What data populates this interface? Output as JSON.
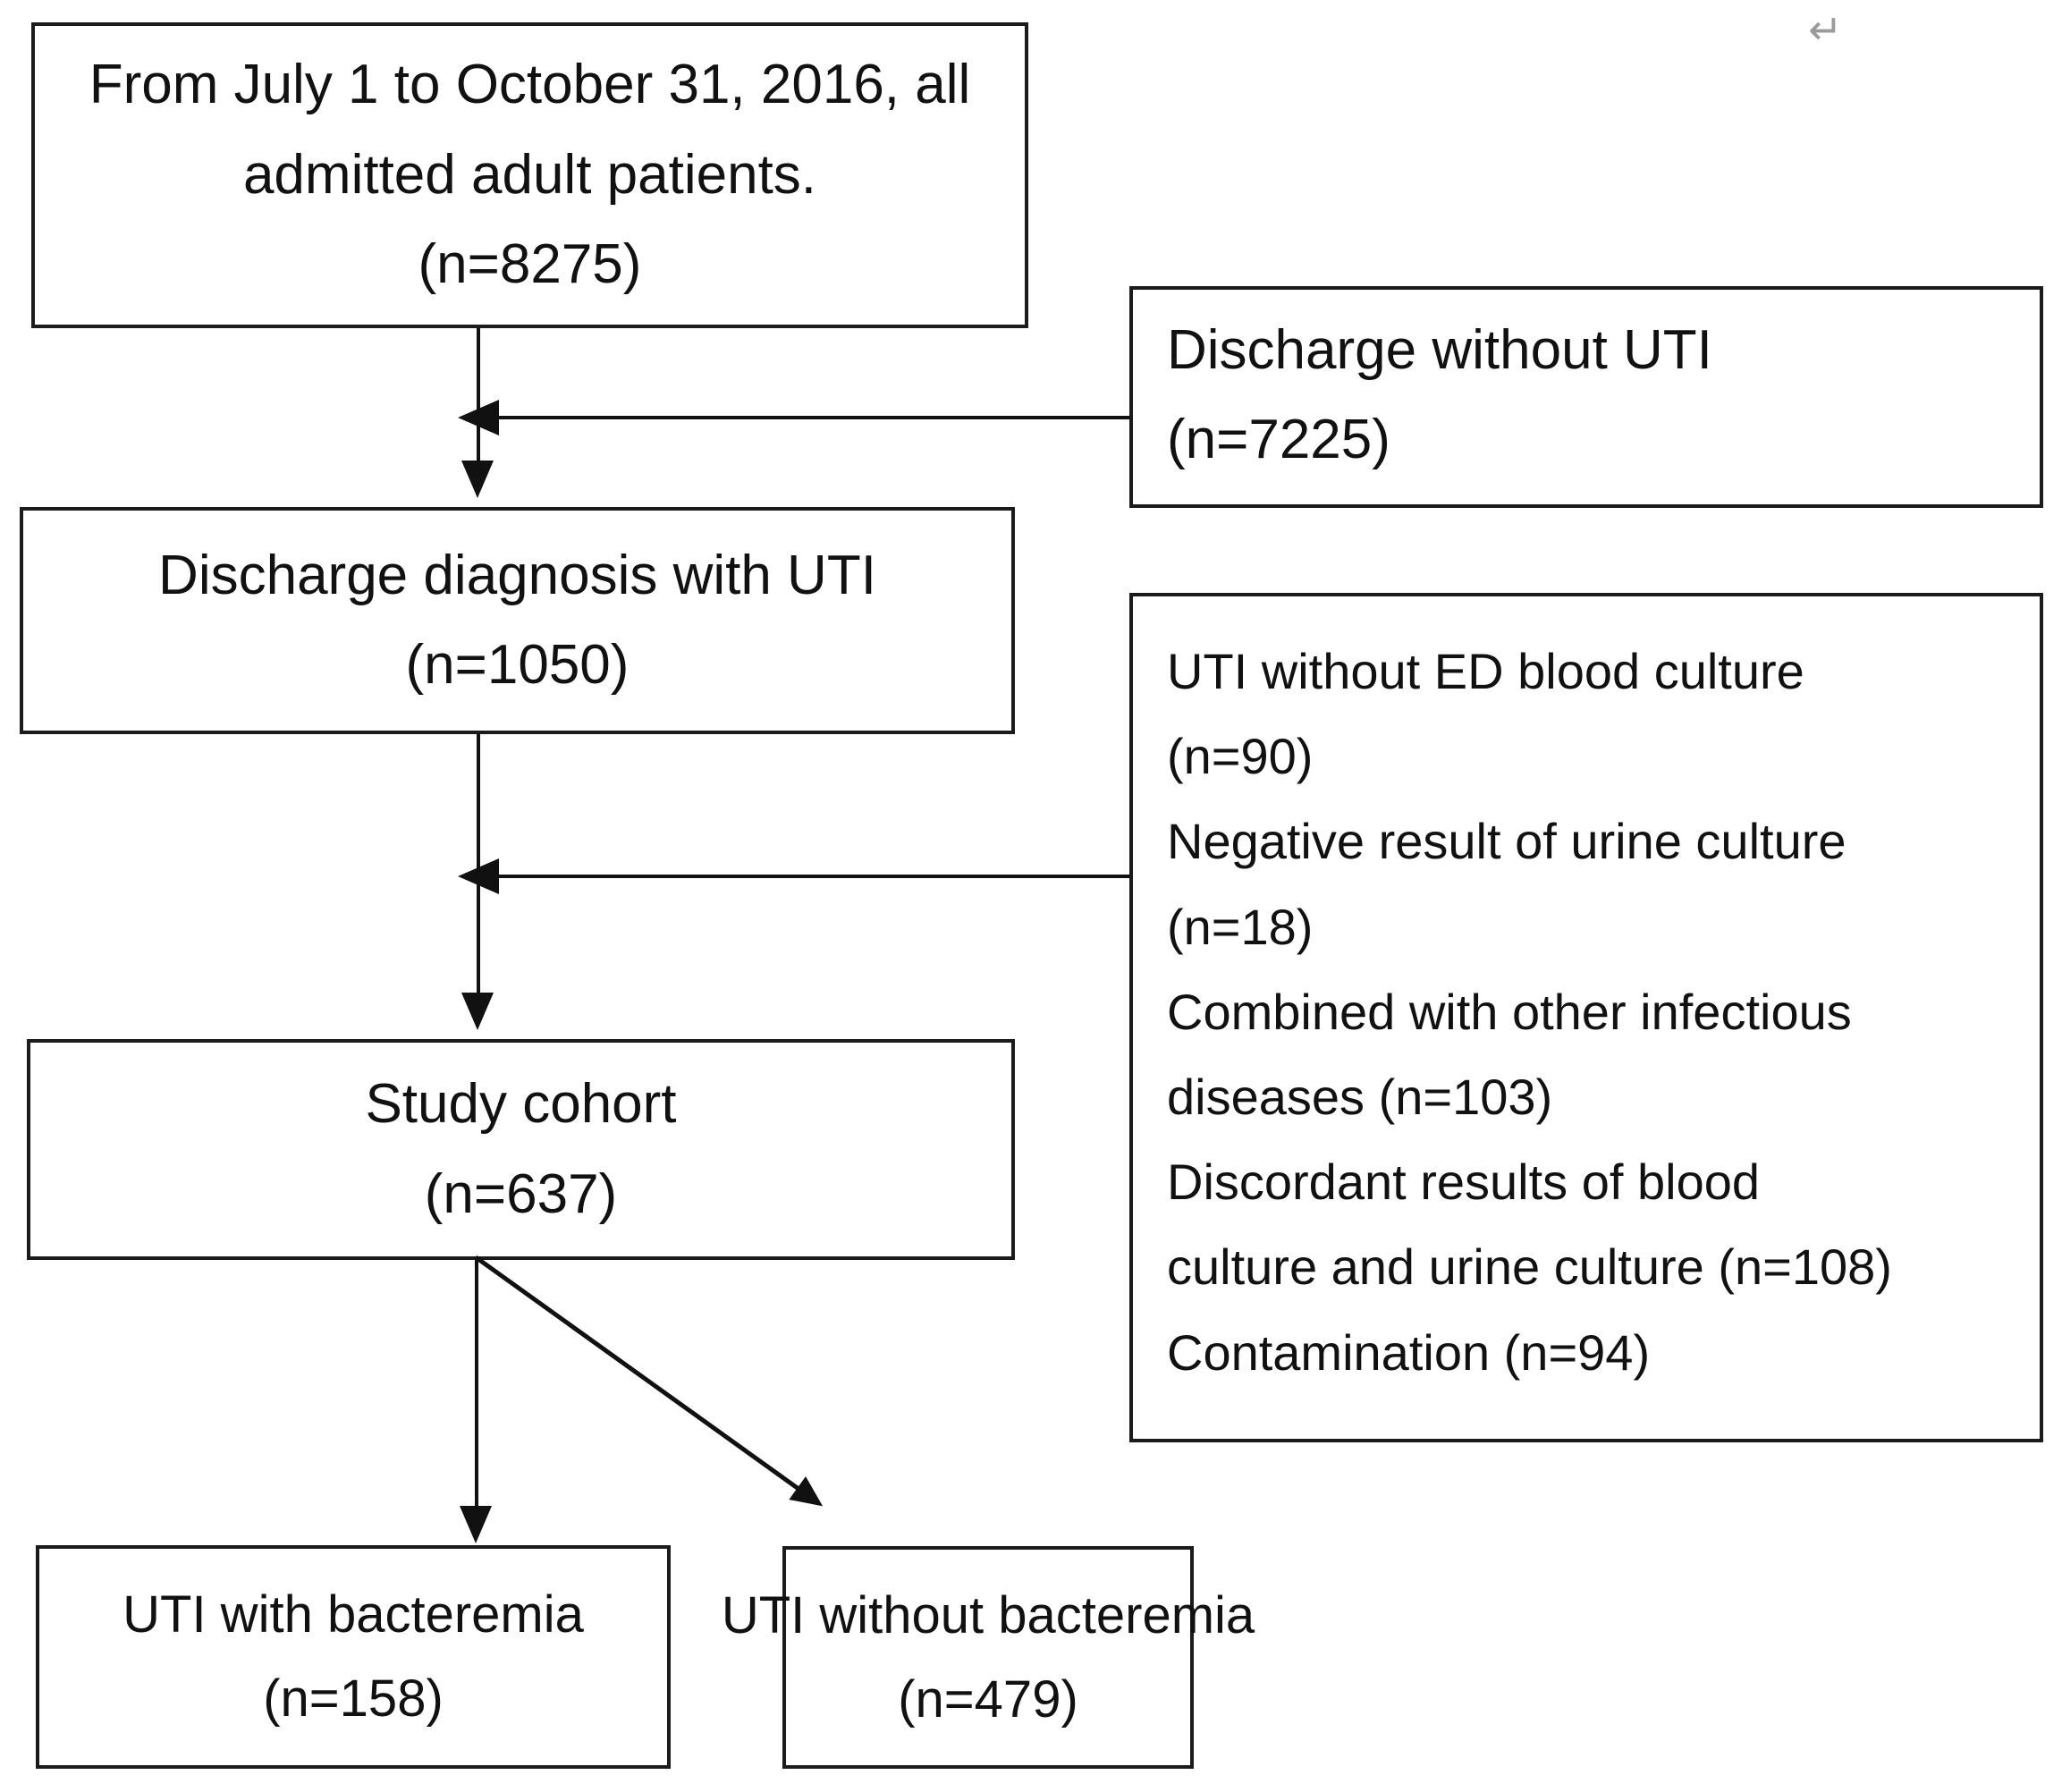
{
  "figure": {
    "type": "patient-flow-diagram",
    "paragraph_mark": "↵"
  },
  "boxes": {
    "enrollment": {
      "lines": [
        "From July 1 to October 31, 2016, all",
        "admitted adult patients.",
        "(n=8275)"
      ]
    },
    "discharge_without_uti": {
      "lines": [
        "Discharge without UTI",
        "(n=7225)"
      ]
    },
    "uti_diagnosis": {
      "lines": [
        "Discharge diagnosis with UTI",
        "(n=1050)"
      ]
    },
    "exclusions": {
      "lines": [
        "UTI without ED blood culture",
        "(n=90)",
        "Negative result of urine culture",
        "(n=18)",
        "Combined with other infectious",
        "diseases (n=103)",
        "Discordant results of blood",
        "culture and urine culture (n=108)",
        "Contamination (n=94)"
      ]
    },
    "study_cohort": {
      "lines": [
        "Study cohort",
        "(n=637)"
      ]
    },
    "uti_with_bacteremia": {
      "lines": [
        "UTI with bacteremia",
        "(n=158)"
      ]
    },
    "uti_without_bacteremia": {
      "lines": [
        "UTI without bacteremia",
        "(n=479)"
      ]
    }
  },
  "colors": {
    "box_border": "#1b1b1b",
    "connector": "#111111",
    "text": "#111111",
    "background": "#ffffff",
    "paragraph_mark": "#9a9a9a"
  }
}
